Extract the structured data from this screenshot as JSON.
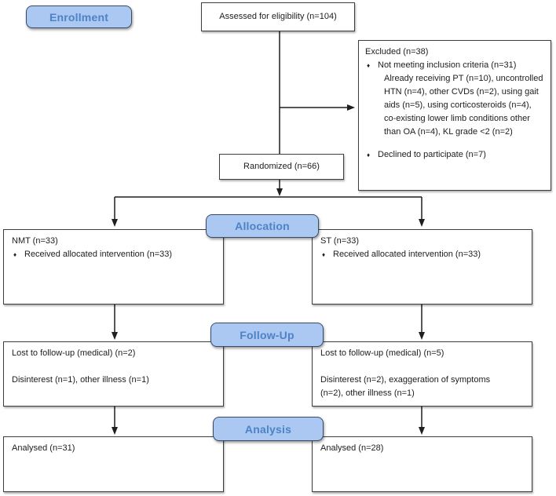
{
  "badges": {
    "enrollment": "Enrollment",
    "allocation": "Allocation",
    "followup": "Follow-Up",
    "analysis": "Analysis"
  },
  "ui": {
    "bullet_char": "♦"
  },
  "colors": {
    "badge_fill": "#aac8f1",
    "badge_border": "#3a4a66",
    "badge_text": "#4d83c6",
    "box_border": "#3d3d3d",
    "connector": "#1f1f1f",
    "background": "#ffffff"
  },
  "boxes": {
    "assessed": {
      "text": "Assessed for eligibility (n=104)"
    },
    "excluded": {
      "title": "Excluded (n=38)",
      "item1": "Not meeting inclusion criteria (n=31)",
      "item1_details": "Already receiving PT (n=10), uncontrolled HTN (n=4), other CVDs (n=2), using gait aids (n=5), using corticosteroids (n=4), co-existing lower limb conditions other than OA (n=4), KL grade <2 (n=2)",
      "item2": "Declined to participate (n=7)"
    },
    "randomized": {
      "text": "Randomized (n=66)"
    },
    "nmt": {
      "title": "NMT (n=33)",
      "item": "Received allocated intervention (n=33)"
    },
    "st": {
      "title": "ST (n=33)",
      "item": "Received allocated intervention (n=33)"
    },
    "followup_nmt": {
      "line1": "Lost to follow-up (medical) (n=2)",
      "line2": "Disinterest (n=1), other illness (n=1)"
    },
    "followup_st": {
      "line1": "Lost to follow-up (medical) (n=5)",
      "line2": "Disinterest (n=2), exaggeration of symptoms (n=2), other illness (n=1)"
    },
    "analysed_nmt": {
      "text": "Analysed (n=31)"
    },
    "analysed_st": {
      "text": "Analysed (n=28)"
    }
  }
}
